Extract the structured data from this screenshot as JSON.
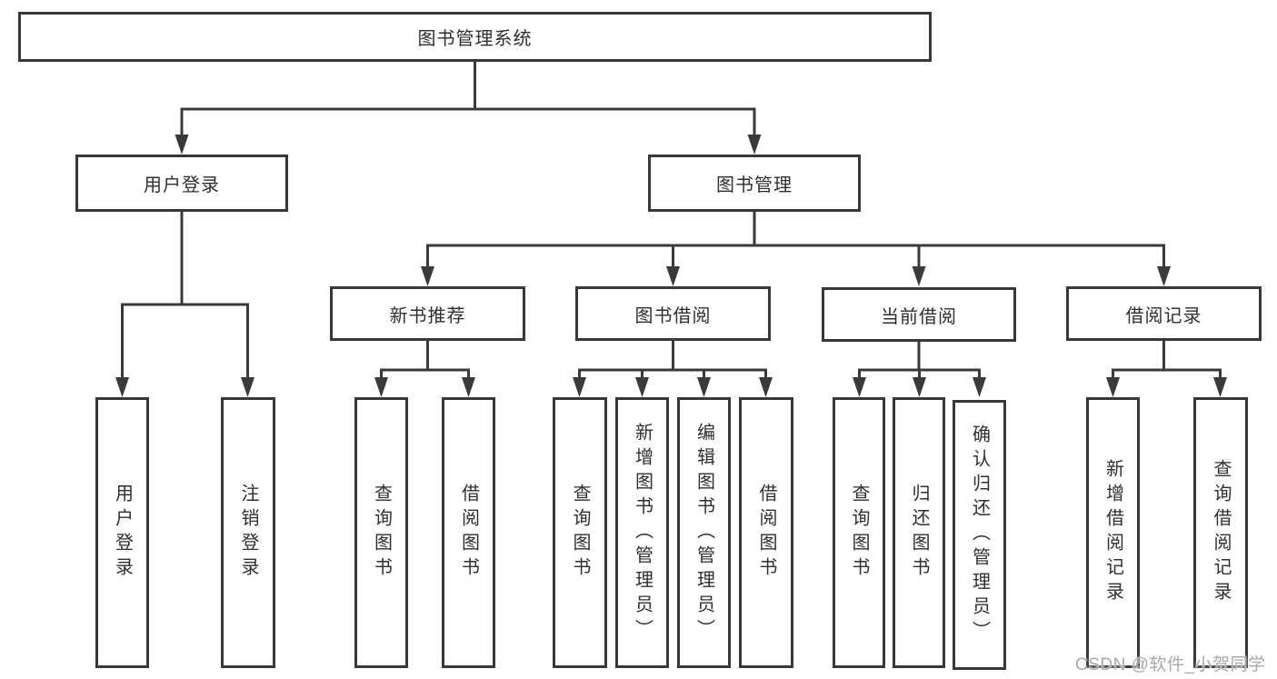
{
  "diagram": {
    "root": {
      "label": "图书管理系统"
    },
    "level2": [
      {
        "label": "用户登录"
      },
      {
        "label": "图书管理"
      }
    ],
    "level3": [
      {
        "label": "新书推荐"
      },
      {
        "label": "图书借阅"
      },
      {
        "label": "当前借阅"
      },
      {
        "label": "借阅记录"
      }
    ],
    "leaves": {
      "user_login": [
        "用户登录",
        "注销登录"
      ],
      "new_book": [
        "查询图书",
        "借阅图书"
      ],
      "book_borrow": [
        "查询图书",
        "新增图书（管理员）",
        "编辑图书（管理员）",
        "借阅图书"
      ],
      "current_borrow": [
        "查询图书",
        "归还图书",
        "确认归还（管理员）"
      ],
      "borrow_records": [
        "新增借阅记录",
        "查询借阅记录"
      ]
    }
  },
  "colors": {
    "line": "#3a3a3a",
    "text": "#2f2f2f",
    "background": "#ffffff",
    "watermark_gray": "#a9a9a9"
  },
  "watermark": "CSDN @软件_小贺同学"
}
